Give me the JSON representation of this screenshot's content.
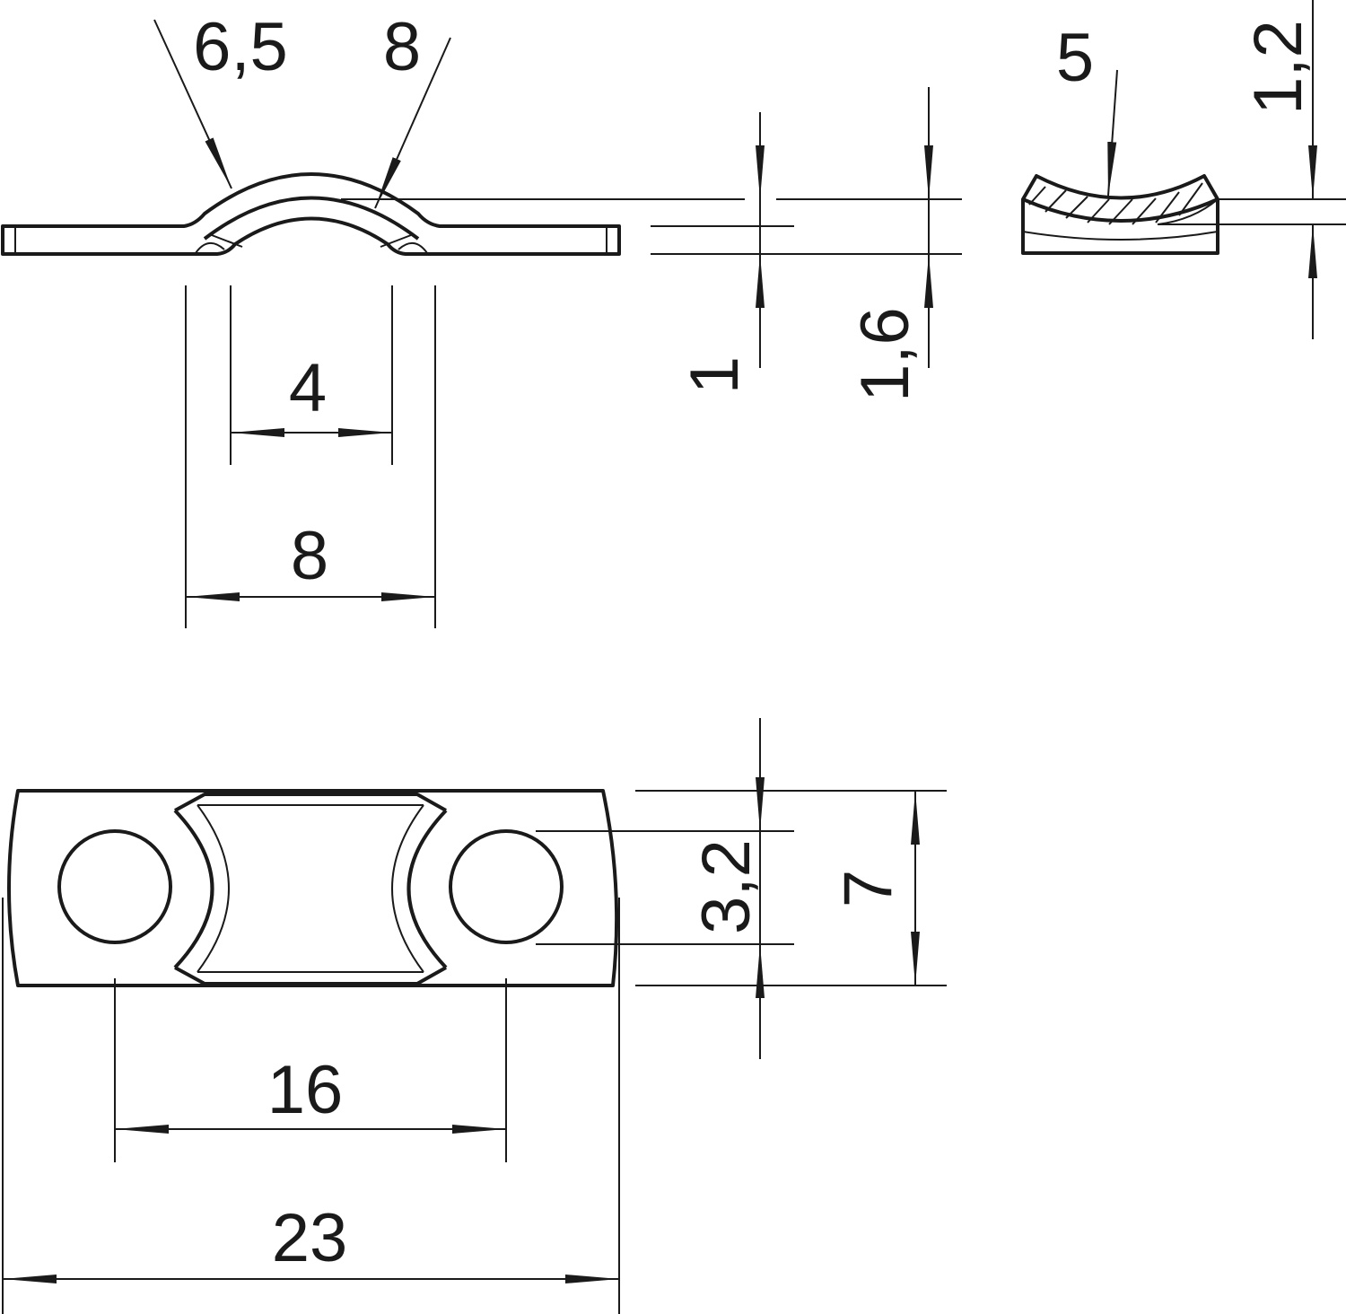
{
  "drawing": {
    "side_view": {
      "inner_radius": "6,5",
      "outer_radius": "8",
      "thickness": "1",
      "total_height": "1,6",
      "arch_inner_width": "4",
      "arch_outer_width": "8"
    },
    "section_view": {
      "radius": "5",
      "depth": "1,2"
    },
    "top_view": {
      "hole_diameter": "3,2",
      "width": "7",
      "hole_spacing": "16",
      "length": "23"
    },
    "colors": {
      "line": "#1a1a1a",
      "background": "#ffffff"
    }
  }
}
